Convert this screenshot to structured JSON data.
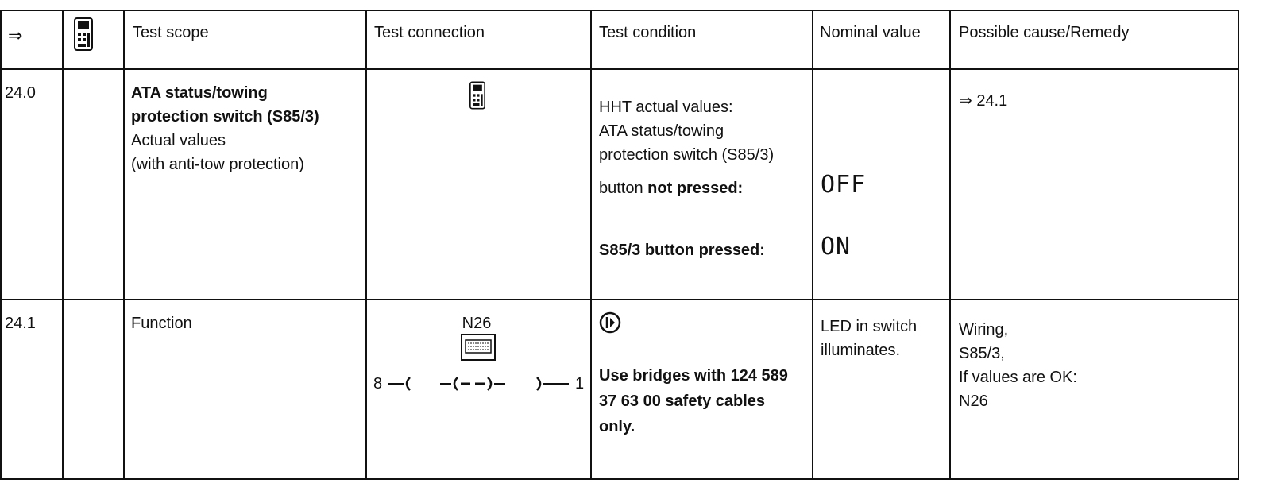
{
  "header": {
    "arrow": "⇒",
    "icon": "handheld-tester-icon",
    "test_scope": "Test scope",
    "test_connection": "Test connection",
    "test_condition": "Test condition",
    "nominal_value": "Nominal value",
    "possible_cause": "Possible cause/Remedy"
  },
  "rows": [
    {
      "step": "24.0",
      "scope_title_1": "ATA status/towing",
      "scope_title_2": "protection switch (S85/3)",
      "scope_line_3": "Actual values",
      "scope_line_4": "(with anti-tow protection)",
      "connection_icon": "handheld-tester-icon",
      "condition_1": "HHT actual values:",
      "condition_2": "ATA status/towing",
      "condition_3": "protection switch (S85/3)",
      "condition_4a": "button ",
      "condition_4b": "not pressed:",
      "condition_5": "S85/3 button pressed:",
      "nominal_1": "OFF",
      "nominal_2": "ON",
      "remedy": "⇒ 24.1"
    },
    {
      "step": "24.1",
      "scope": "Function",
      "connection_label": "N26",
      "connection_left": "8",
      "connection_right": "1",
      "connection_icon": "control-module-icon",
      "condition_icon": "ignition-on-icon",
      "condition_1": "Use bridges with 124 589",
      "condition_2": "37 63 00 safety cables",
      "condition_3": "only.",
      "nominal_1": "LED in switch",
      "nominal_2": "illuminates.",
      "remedy_1": "Wiring,",
      "remedy_2": "S85/3,",
      "remedy_3": "If values are OK:",
      "remedy_4": "N26"
    }
  ]
}
